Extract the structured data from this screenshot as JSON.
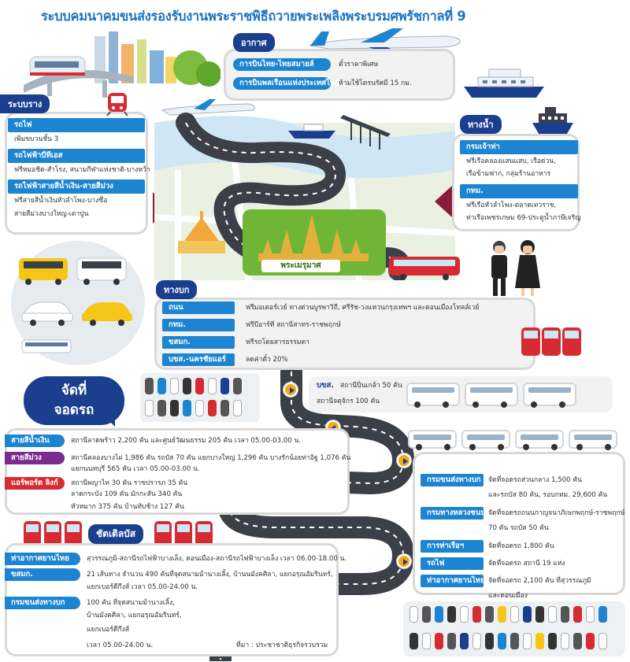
{
  "title": "ระบบคมนาคมขนส่งรองรับงานพระราชพิธีถวายพระเพลิงพระบรมศพรัชกาลที่ 9",
  "air": {
    "heading": "อากาศ",
    "rows": [
      {
        "label": "การบินไทย-ไทยสมายล์",
        "text": "ตั๋วราคาพิเศษ"
      },
      {
        "label": "การบินพลเรือนแห่งประเทศไทย",
        "text": "ห้ามใช้โดรนรัศมี 15 กม."
      }
    ]
  },
  "rail": {
    "heading": "ระบบราง",
    "sections": [
      {
        "label": "รถไฟ",
        "lines": [
          "เพิ่มขบวนชั้น 3"
        ]
      },
      {
        "label": "รถไฟฟ้าบีทีเอส",
        "lines": [
          "ฟรีหมอชิต-สำโรง, สนามกีฬาแห่งชาติ-บางหว้า"
        ]
      },
      {
        "label": "รถไฟฟ้าสายสีน้ำเงิน-สายสีม่วง",
        "lines": [
          "ฟรีสายสีน้ำเงินหัวลำโพง-บางซื่อ",
          "สายสีม่วงบางใหญ่-เตาปูน"
        ]
      }
    ]
  },
  "water": {
    "heading": "ทางน้ำ",
    "sections": [
      {
        "label": "กรมเจ้าท่า",
        "lines": [
          "ฟรีเรือคลองแสนแสบ, เรือด่วน,",
          "เรือข้ามฟาก, กลุ่มร้านอาหาร"
        ]
      },
      {
        "label": "กทม.",
        "lines": [
          "ฟรีเรือหัวลำโพง-ตลาดเทวราช,",
          "ท่าเรือเพชรเกษม 69-ประตูน้ำภาษีเจริญ"
        ]
      }
    ]
  },
  "map": {
    "label": "พระเมรุมาศ"
  },
  "land": {
    "heading": "ทางบก",
    "rows": [
      {
        "label": "ถนน",
        "text": "ฟรีมอเตอร์เวย์ ทางด่วนบูรพาวิถี, ศรีรัช-วงแหวนกรุงเทพฯ และดอนเมืองโทลล์เวย์"
      },
      {
        "label": "กทม.",
        "text": "ฟรีบีอาร์ที สถานีสาทร-ราชพฤกษ์"
      },
      {
        "label": "ขสมก.",
        "text": "ฟรีรถโดยสารธรรมดา"
      },
      {
        "label": "บขส.-นครชัยแอร์",
        "text": "ลดค่าตั๋ว 20%"
      }
    ]
  },
  "parking": {
    "line1": "จัดที่",
    "line2": "จอดรถ"
  },
  "bks": {
    "label": "บขส.",
    "lines": [
      "สถานีปิ่นเกล้า 50 คัน",
      "สถานีจตุจักร 100 คัน"
    ]
  },
  "parking_left": [
    {
      "label": "สายสีน้ำเงิน",
      "color": "#1c84d0",
      "lines": [
        "สถานีลาดพร้าว 2,200 คัน และศูนย์วัฒนธรรม 205 คัน เวลา 05.00-03.00 น."
      ]
    },
    {
      "label": "สายสีม่วง",
      "color": "#7b2d8e",
      "lines": [
        "สถานีคลองบางไผ่ 1,986 คัน รถบัส 70 คัน แยกบางใหญ่ 1,296 คัน บางรักน้อยท่าอิฐ 1,076 คัน",
        "แยกนนทบุรี 565 คัน เวลา 05.00-03.00 น."
      ]
    },
    {
      "label": "แอร์พอร์ต ลิงก์",
      "color": "#d62b32",
      "lines": [
        "สถานีพญาไท 30 คัน ราชปรารภ 35 คัน",
        "ลาดกระบัง 109 คัน มักกะสัน 340 คัน",
        "หัวหมาก 375 คัน บ้านทับช้าง 127 คัน"
      ]
    }
  ],
  "parking_right": [
    {
      "label": "กรมขนส่งทางบก",
      "lines": [
        "จัดที่จอดรถส่วนกลาง 1,500 คัน",
        "และรถบัส 80 คัน, รอบกทม. 29,600 คัน"
      ]
    },
    {
      "label": "กรมทางหลวงชนบท",
      "lines": [
        "จัดที่จอดรถถนนกาญจนาภิเษกพฤกษ์-ราชพฤกษ์",
        "70 คัน รถบัส 50 คัน"
      ]
    },
    {
      "label": "การท่าเรือฯ",
      "lines": [
        "จัดที่จอดรถ 1,800 คัน"
      ]
    },
    {
      "label": "รถไฟ",
      "lines": [
        "จัดที่จอดรถ สถานี 19 แห่ง"
      ]
    },
    {
      "label": "ท่าอากาศยานไทย",
      "lines": [
        "จัดที่จอดรถ 2,100 คัน ที่สุวรรณภูมิ",
        "และดอนเมือง"
      ]
    }
  ],
  "shuttle": {
    "heading": "ชัตเติลบัส",
    "sections": [
      {
        "label": "ท่าอากาศยานไทย",
        "lines": [
          "สุวรรณภูมิ-สถานีรถไฟฟ้าบางเล็ง, ดอนเมือง-สถานีรถไฟฟ้าบางเล็ง เวลา 06.00-18.00 น."
        ]
      },
      {
        "label": "ขสมก.",
        "lines": [
          "21 เส้นทาง จำนวน 490 คันที่จุดสนามม้านางเลิ้ง, บ้านนมังคศิลา, แยกอรุณอัมรินทร์,",
          "แยกเบอร์ดีกึงส์ เวลา 05.00-24.00 น."
        ]
      },
      {
        "label": "กรมขนส่งทางบก",
        "lines": [
          "100 คัน ที่จุดสนามม้านางเลิ้ง,",
          "บ้านมังคศิลา, แยกอรุณอัมรินทร์,",
          "แยกเบอร์ดีกึงส์",
          "เวลา 05.00-24.00 น."
        ]
      }
    ]
  },
  "source": "ที่มา : ประชาชาติธุรกิจรวบรวม"
}
